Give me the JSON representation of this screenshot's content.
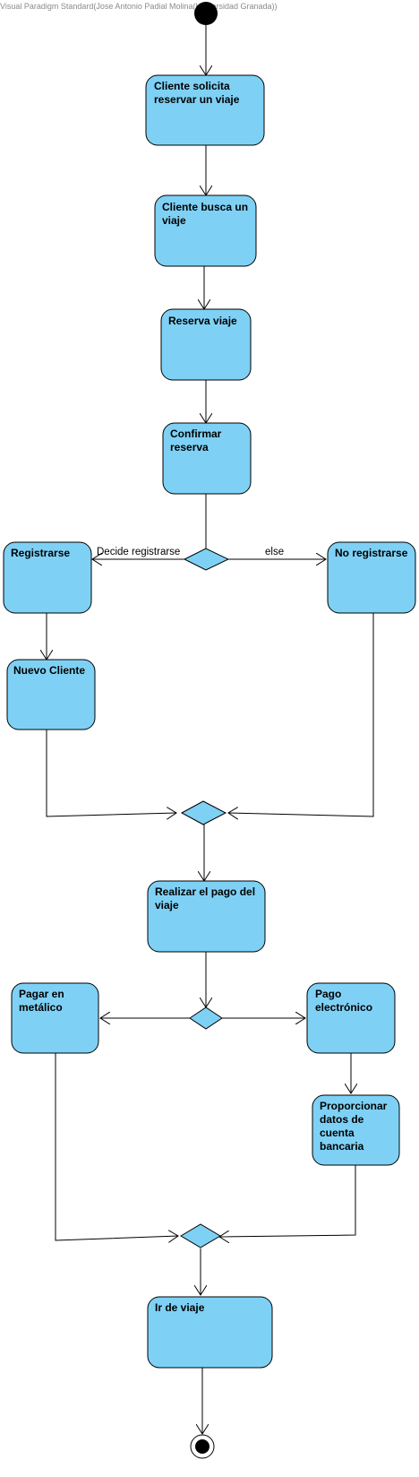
{
  "watermark": "Visual Paradigm Standard(Jose Antonio Padial Molina(Universidad Granada))",
  "colors": {
    "node_fill": "#7ed1f5",
    "stroke": "#000000"
  },
  "nodes": [
    {
      "id": "cliente-solicita",
      "label": "Cliente solicita reservar un viaje"
    },
    {
      "id": "cliente-busca",
      "label": "Cliente busca un viaje"
    },
    {
      "id": "reserva-viaje",
      "label": "Reserva viaje"
    },
    {
      "id": "confirmar-reserva",
      "label": "Confirmar reserva"
    },
    {
      "id": "registrarse",
      "label": "Registrarse"
    },
    {
      "id": "no-registrarse",
      "label": "No registrarse"
    },
    {
      "id": "nuevo-cliente",
      "label": "Nuevo Cliente"
    },
    {
      "id": "realizar-pago",
      "label": "Realizar el pago del viaje"
    },
    {
      "id": "pagar-metalico",
      "label": "Pagar en metálico"
    },
    {
      "id": "pago-electronico",
      "label": "Pago electrónico"
    },
    {
      "id": "proporcionar-datos",
      "label": "Proporcionar datos de cuenta bancaria"
    },
    {
      "id": "ir-de-viaje",
      "label": "Ir de viaje"
    }
  ],
  "edge_labels": {
    "decide": "Decide registrarse",
    "else": "else"
  }
}
